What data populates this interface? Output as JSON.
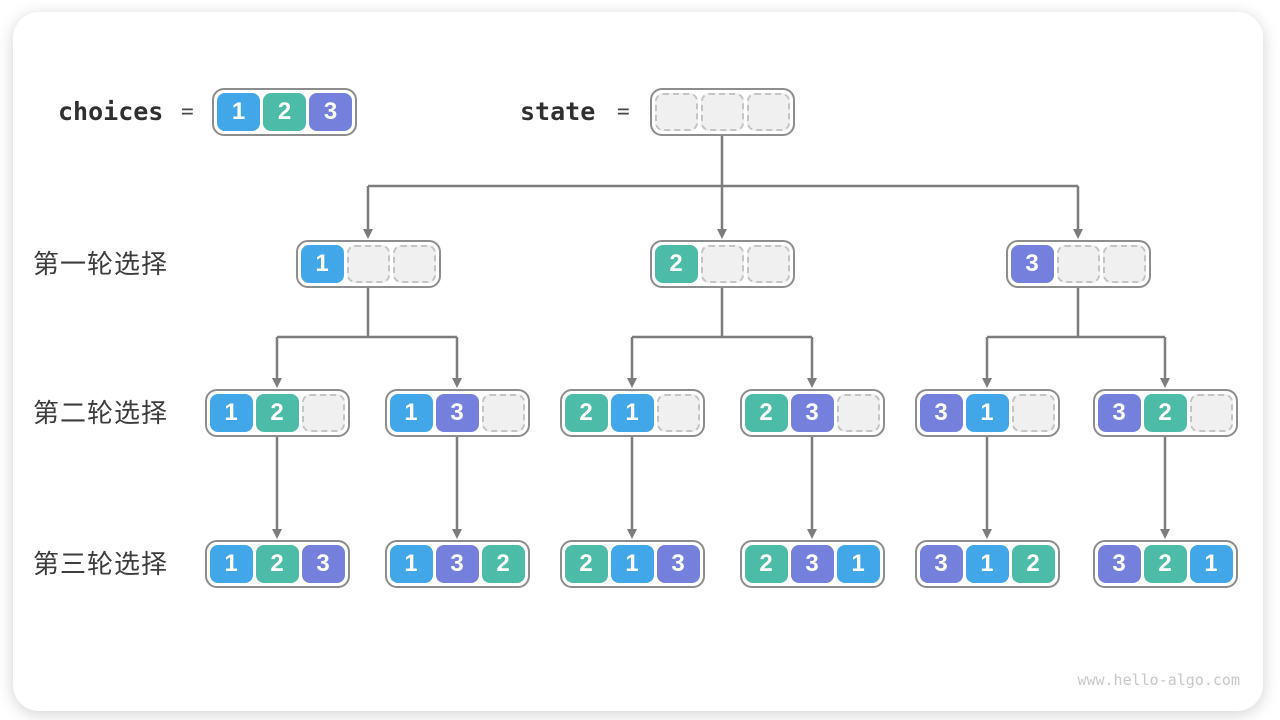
{
  "header": {
    "choices_label": "choices",
    "equals": "=",
    "state_label": "state",
    "choices_values": [
      1,
      2,
      3
    ],
    "state_values": [
      null,
      null,
      null
    ]
  },
  "rows": [
    {
      "label": "第一轮选择",
      "boxes": [
        [
          1,
          null,
          null
        ],
        [
          2,
          null,
          null
        ],
        [
          3,
          null,
          null
        ]
      ]
    },
    {
      "label": "第二轮选择",
      "boxes": [
        [
          1,
          2,
          null
        ],
        [
          1,
          3,
          null
        ],
        [
          2,
          1,
          null
        ],
        [
          2,
          3,
          null
        ],
        [
          3,
          1,
          null
        ],
        [
          3,
          2,
          null
        ]
      ]
    },
    {
      "label": "第三轮选择",
      "boxes": [
        [
          1,
          2,
          3
        ],
        [
          1,
          3,
          2
        ],
        [
          2,
          1,
          3
        ],
        [
          2,
          3,
          1
        ],
        [
          3,
          1,
          2
        ],
        [
          3,
          2,
          1
        ]
      ]
    }
  ],
  "colors": {
    "v1": "#41A7E9",
    "v2": "#4CBCA9",
    "v3": "#7480DC",
    "line": "#7d7d7d",
    "box_border": "#8d8d8d",
    "empty_cell_bg": "#f0f0f0"
  },
  "watermark": "www.hello-algo.com"
}
